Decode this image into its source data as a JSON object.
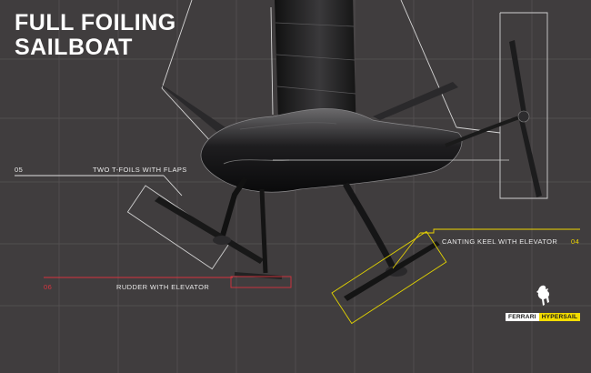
{
  "title": {
    "line1": "FULL FOILING",
    "line2": "SAILBOAT"
  },
  "callouts": [
    {
      "number": "05",
      "label": "TWO T-FOILS WITH FLAPS",
      "color": "#ffffff"
    },
    {
      "number": "06",
      "label": "RUDDER WITH ELEVATOR",
      "color": "#d9333f"
    },
    {
      "number": "04",
      "label": "CANTING KEEL WITH ELEVATOR",
      "color": "#f0d800"
    }
  ],
  "branding": {
    "brand": "FERRARI",
    "product": "HYPERSAIL",
    "brand_color": "#ffffff",
    "product_color": "#f2dc00",
    "emblem": "prancing-horse-icon"
  },
  "colors": {
    "background": "#403d3e",
    "grid": "#5a5758"
  }
}
